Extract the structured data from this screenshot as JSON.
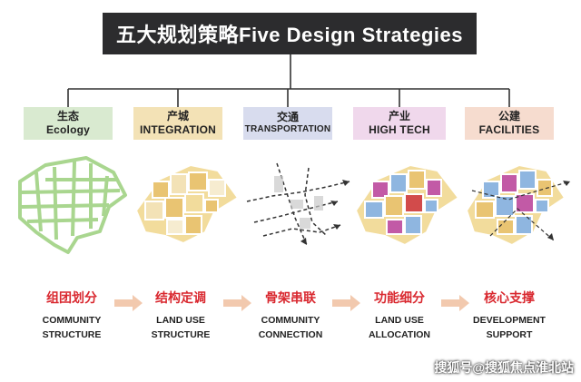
{
  "title": "五大规划策略Five Design Strategies",
  "categories": [
    {
      "zh": "生态",
      "en": "Ecology"
    },
    {
      "zh": "产城",
      "en": "INTEGRATION"
    },
    {
      "zh": "交通",
      "en": "TRANSPORTATION"
    },
    {
      "zh": "产业",
      "en": "HIGH TECH"
    },
    {
      "zh": "公建",
      "en": "FACILITIES"
    }
  ],
  "steps": [
    {
      "zh": "组团划分",
      "en1": "COMMUNITY",
      "en2": "STRUCTURE"
    },
    {
      "zh": "结构定调",
      "en1": "LAND USE",
      "en2": "STRUCTURE"
    },
    {
      "zh": "骨架串联",
      "en1": "COMMUNITY",
      "en2": "CONNECTION"
    },
    {
      "zh": "功能细分",
      "en1": "LAND USE",
      "en2": "ALLOCATION"
    },
    {
      "zh": "核心支撑",
      "en1": "DEVELOPMENT",
      "en2": "SUPPORT"
    }
  ],
  "watermark": "搜狐号@搜狐焦点淮北站",
  "colors": {
    "title_bg": "#2c2c2e",
    "step_text": "#d9282f",
    "arrow": "#f2c9ae",
    "ecology": "#a9d68f",
    "integration": "#e9c472",
    "high_tech": "#c25aa6",
    "facilities": "#8fb6e0"
  }
}
